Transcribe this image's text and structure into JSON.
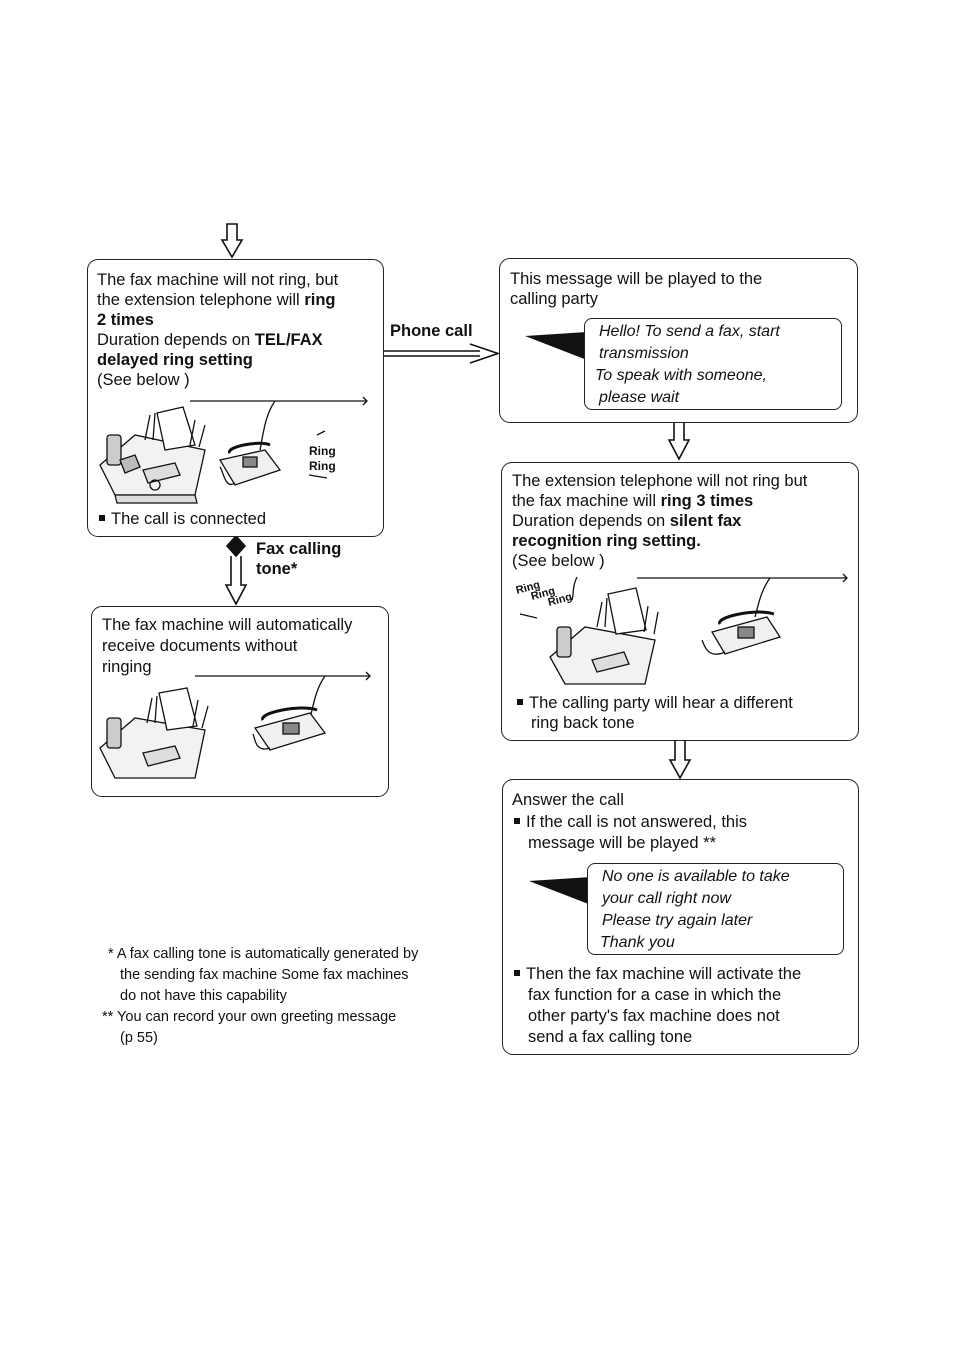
{
  "box_left_top": {
    "l1": "The fax machine will not ring, but",
    "l2a": "the extension telephone will ",
    "l2b": "ring",
    "l3": "2 times",
    "l4a": "Duration depends on ",
    "l4b": "TEL/FAX",
    "l5": "delayed ring setting",
    "l6": "(See below )",
    "ring1": "Ring",
    "ring2": "Ring",
    "bullet": "The call is connected"
  },
  "label_phone_call": "Phone call",
  "label_fax_tone_1": "Fax calling",
  "label_fax_tone_2": "tone*",
  "box_left_bottom": {
    "l1": "The fax machine will automatically",
    "l2": "receive documents without",
    "l3": "ringing"
  },
  "box_right_top": {
    "l1": "This message will be played to the",
    "l2": "calling party",
    "msg1": "Hello! To send a fax, start",
    "msg2": "transmission",
    "msg3": "To speak with someone,",
    "msg4": "please wait"
  },
  "box_right_mid": {
    "l1": "The extension telephone will not ring but",
    "l2a": "the fax machine will ",
    "l2b": "ring 3 times",
    "l3a": "Duration depends on ",
    "l3b": "silent fax",
    "l4": "recognition ring setting.",
    "l5": "(See below )",
    "ring1": "Ring",
    "ring2": "Ring",
    "ring3": "Ring",
    "bullet1": "The calling party will hear a different",
    "bullet2": "ring back tone"
  },
  "box_right_bottom": {
    "l1": "Answer the call",
    "b1": "If the call is not answered, this",
    "b2": "message will be played **",
    "msg1": "No one is available to take",
    "msg2": "your call right now",
    "msg3": "Please try again later",
    "msg4": "Thank you",
    "c1": "Then the fax machine will activate the",
    "c2": "fax function for a case in which the",
    "c3": "other party's fax machine does not",
    "c4": "send a fax calling tone"
  },
  "footnotes": {
    "f1a": "* A fax calling tone is automatically generated by",
    "f1b": "the sending fax machine  Some fax machines",
    "f1c": "do not have this capability",
    "f2a": "** You can record your own greeting message",
    "f2b": "(p  55)"
  }
}
